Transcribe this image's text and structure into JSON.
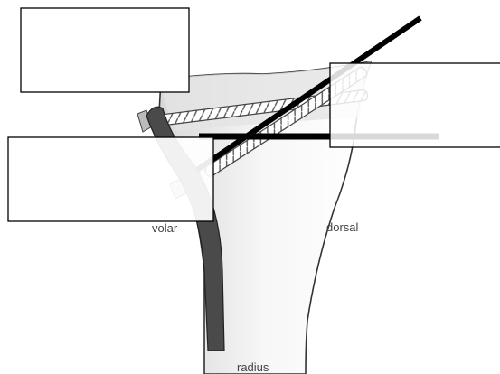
{
  "diagram": {
    "labels": {
      "volar": "volar",
      "dorsal": "dorsal",
      "radius": "radius"
    },
    "colors": {
      "bone_fill": "#e9e9e9",
      "bone_stroke": "#333333",
      "plate_fill": "#4a4a4a",
      "screw_fill": "#ffffff",
      "thread_color": "#555555",
      "line_color": "#000000",
      "box_stroke": "#000000"
    }
  }
}
